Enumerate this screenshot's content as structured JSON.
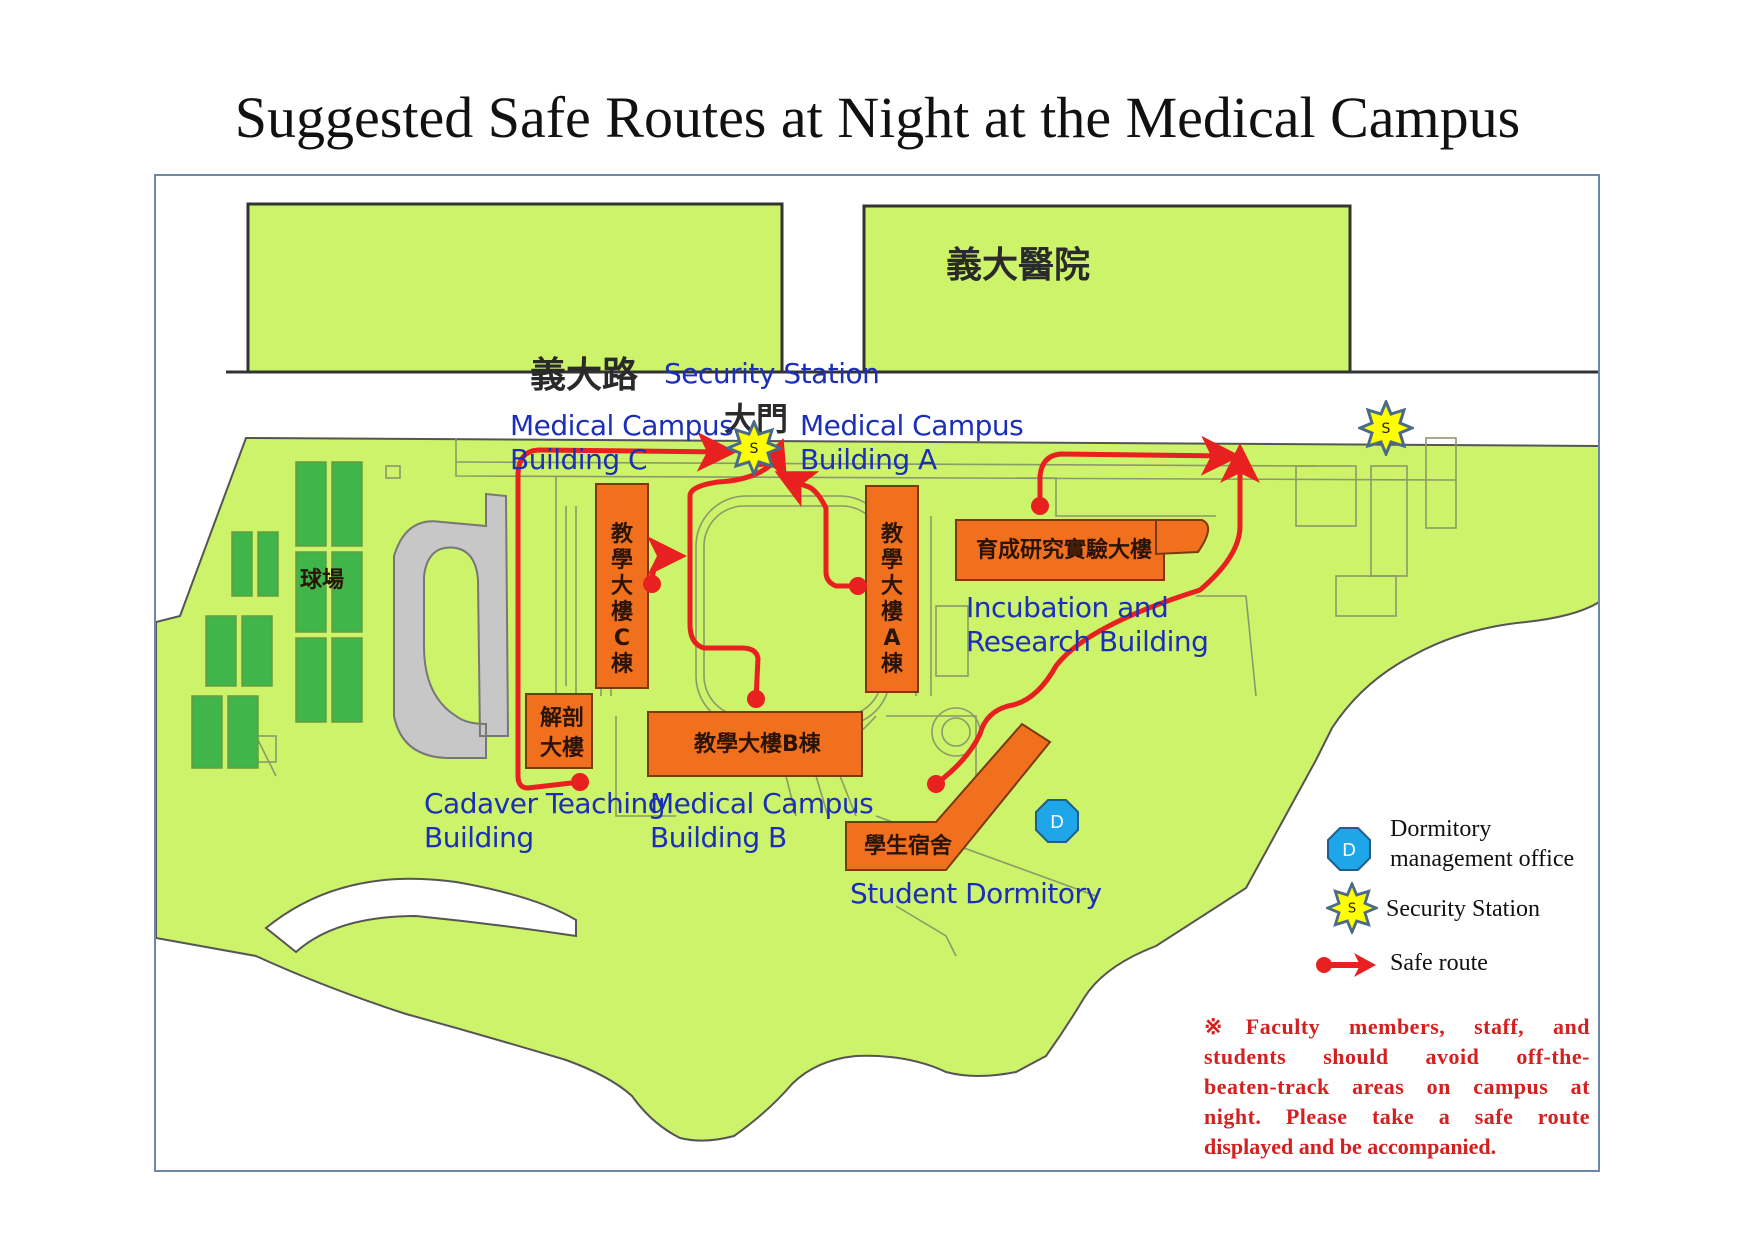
{
  "title": "Suggested Safe Routes at Night at the Medical Campus",
  "colors": {
    "campus": "#ccf36a",
    "building": "#f0701e",
    "field": "#3fb54a",
    "track": "#c7c7c7",
    "route": "#e82020",
    "label_blue": "#1c2fb8",
    "security_icon": "#ffff00",
    "dormitory_icon": "#1ea6e8",
    "note_red": "#d42020"
  },
  "map": {
    "road_name": "義大路",
    "hospital_name": "義大醫院",
    "main_gate": "大門",
    "sports_field": "球場",
    "buildings": {
      "building_c": "教學大樓C棟",
      "building_a": "教學大樓A棟",
      "building_b": "教學大樓B棟",
      "incubation": "育成研究實驗大樓",
      "cadaver_line1": "解剖",
      "cadaver_line2": "大樓",
      "dormitory": "學生宿舍"
    },
    "labels": {
      "security_station": "Security Station",
      "medical_c_line1": "Medical Campus",
      "medical_c_line2": "Building C",
      "medical_a_line1": "Medical Campus",
      "medical_a_line2": "Building A",
      "incubation_line1": "Incubation and",
      "incubation_line2": "Research Building",
      "cadaver_line1": "Cadaver Teaching",
      "cadaver_line2": "Building",
      "medical_b_line1": "Medical Campus",
      "medical_b_line2": "Building B",
      "dormitory": "Student Dormitory"
    },
    "icons": {
      "security_letter": "S",
      "dormitory_letter": "D",
      "security_icon": "security-star-icon",
      "dormitory_icon": "dormitory-octagon-icon",
      "route_icon": "safe-route-arrow-icon"
    }
  },
  "legend": {
    "dormitory_line1": "Dormitory",
    "dormitory_line2": "management office",
    "security": "Security Station",
    "route": "Safe route"
  },
  "note": {
    "line1": "※Faculty members, staff, and",
    "line2": "students should avoid off-the-",
    "line3": "beaten-track areas on campus at",
    "line4": "night. Please take a safe route",
    "line5": "displayed and be accompanied."
  }
}
